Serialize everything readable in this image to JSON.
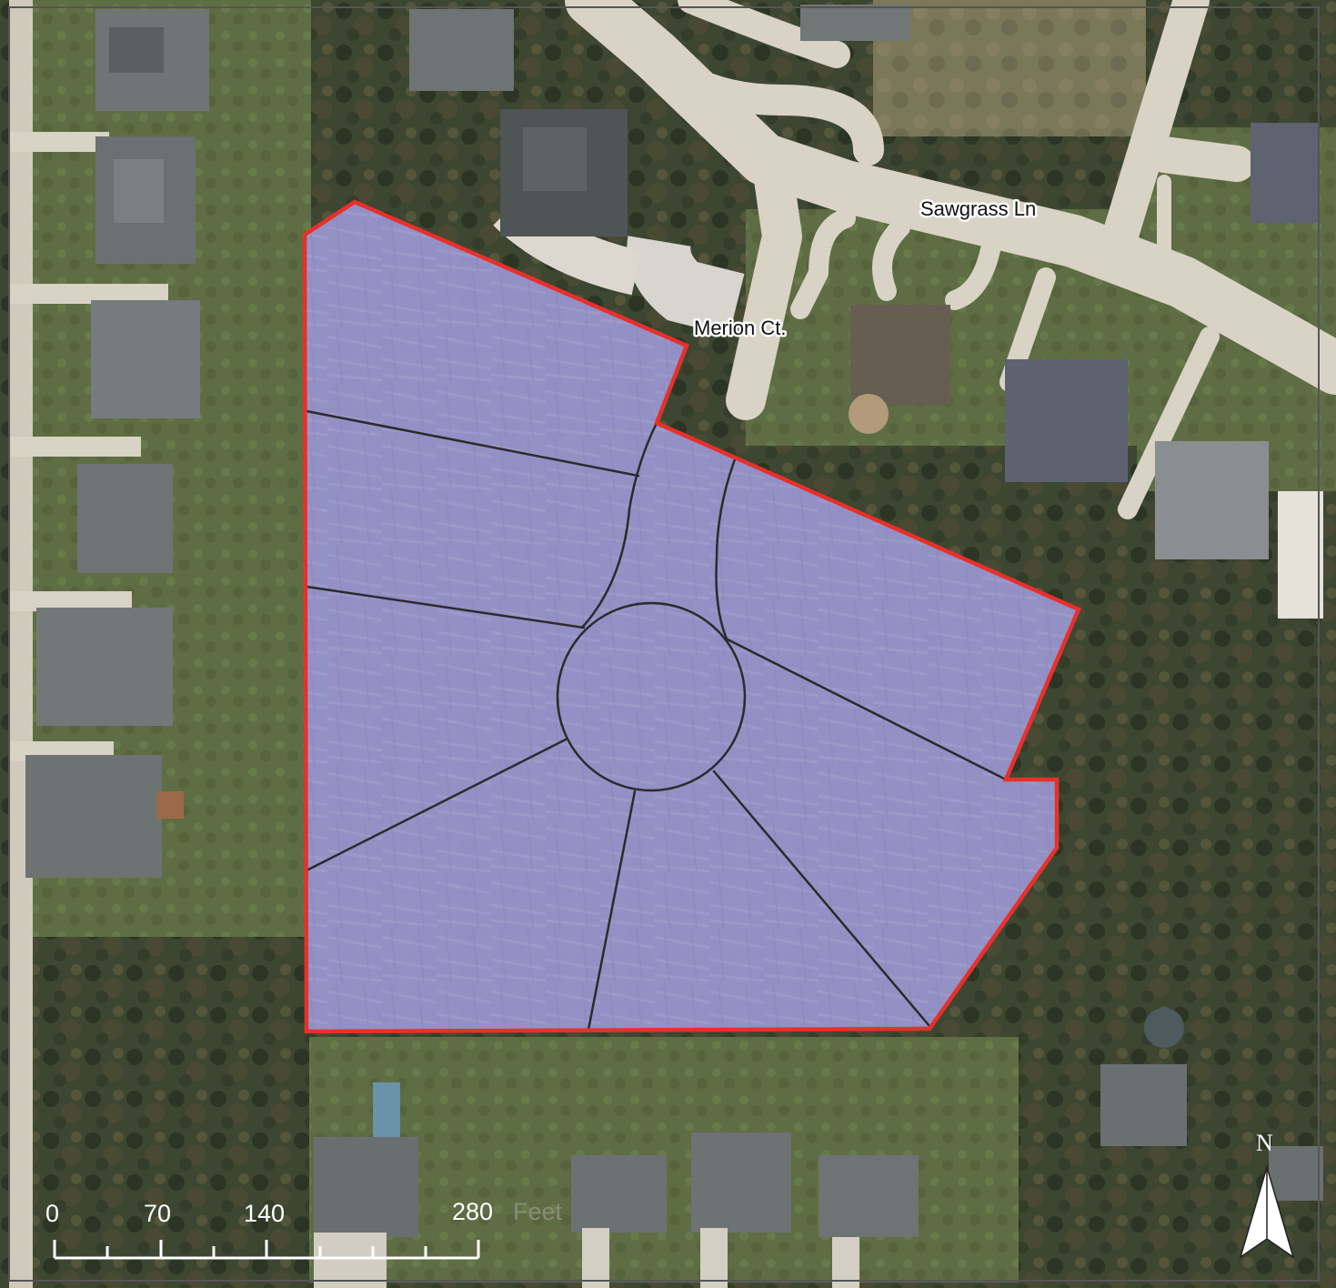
{
  "map": {
    "streets": [
      {
        "name": "Sawgrass Ln"
      },
      {
        "name": "Merion Ct."
      }
    ],
    "parcel_color": "#9a96d0",
    "boundary_color": "#e8302a",
    "lot_line_color": "#2b2b2b"
  },
  "scale_bar": {
    "ticks": [
      "0",
      "70",
      "140",
      "280"
    ],
    "unit": "Feet"
  },
  "north_arrow": {
    "label": "N",
    "icon": "north-arrow-icon"
  }
}
